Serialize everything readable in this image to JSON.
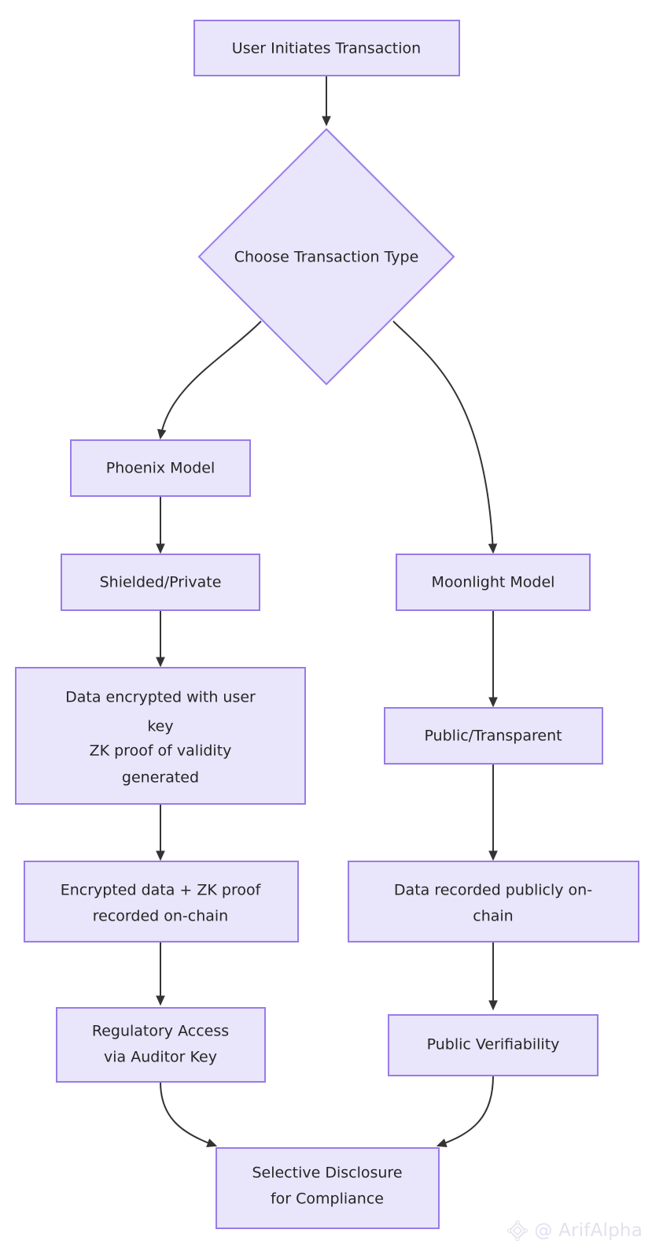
{
  "diagram": {
    "type": "flowchart",
    "direction": "top-down",
    "theme": {
      "node_fill": "#E9E5FA",
      "node_border": "#9A7BE8",
      "edge_color": "#333333",
      "text_color": "#262626",
      "background": "#FFFFFF"
    },
    "nodes": [
      {
        "id": "start",
        "shape": "rectangle",
        "lines": [
          "User Initiates Transaction"
        ],
        "label": "User Initiates Transaction"
      },
      {
        "id": "decision",
        "shape": "diamond",
        "lines": [
          "Choose Transaction Type"
        ],
        "label": "Choose Transaction Type"
      },
      {
        "id": "phoenix",
        "shape": "rectangle",
        "lines": [
          "Phoenix Model"
        ],
        "label": "Phoenix Model"
      },
      {
        "id": "moonlight",
        "shape": "rectangle",
        "lines": [
          "Moonlight Model"
        ],
        "label": "Moonlight Model"
      },
      {
        "id": "shielded",
        "shape": "rectangle",
        "lines": [
          "Shielded/Private"
        ],
        "label": "Shielded/Private"
      },
      {
        "id": "public",
        "shape": "rectangle",
        "lines": [
          "Public/Transparent"
        ],
        "label": "Public/Transparent"
      },
      {
        "id": "encrypt",
        "shape": "rectangle",
        "lines": [
          "Data encrypted with user",
          "key",
          "ZK proof of validity",
          "generated"
        ],
        "label": "Data encrypted with user key ZK proof of validity generated"
      },
      {
        "id": "publicrec",
        "shape": "rectangle",
        "lines": [
          "Data recorded publicly on-",
          "chain"
        ],
        "label": "Data recorded publicly on-chain"
      },
      {
        "id": "onchain",
        "shape": "rectangle",
        "lines": [
          "Encrypted data + ZK proof",
          "recorded on-chain"
        ],
        "label": "Encrypted data + ZK proof recorded on-chain"
      },
      {
        "id": "verifiability",
        "shape": "rectangle",
        "lines": [
          "Public Verifiability"
        ],
        "label": "Public Verifiability"
      },
      {
        "id": "regulatory",
        "shape": "rectangle",
        "lines": [
          "Regulatory Access",
          "via Auditor Key"
        ],
        "label": "Regulatory Access via Auditor Key"
      },
      {
        "id": "disclosure",
        "shape": "rectangle",
        "lines": [
          "Selective Disclosure",
          "for Compliance"
        ],
        "label": "Selective Disclosure for Compliance"
      }
    ],
    "edges": [
      {
        "from": "start",
        "to": "decision",
        "style": "straight"
      },
      {
        "from": "decision",
        "to": "phoenix",
        "style": "curved"
      },
      {
        "from": "decision",
        "to": "moonlight",
        "style": "curved"
      },
      {
        "from": "phoenix",
        "to": "shielded",
        "style": "straight"
      },
      {
        "from": "moonlight",
        "to": "public",
        "style": "straight"
      },
      {
        "from": "shielded",
        "to": "encrypt",
        "style": "straight"
      },
      {
        "from": "public",
        "to": "publicrec",
        "style": "straight"
      },
      {
        "from": "encrypt",
        "to": "onchain",
        "style": "straight"
      },
      {
        "from": "publicrec",
        "to": "verifiability",
        "style": "straight"
      },
      {
        "from": "onchain",
        "to": "regulatory",
        "style": "straight"
      },
      {
        "from": "verifiability",
        "to": "disclosure",
        "style": "curved"
      },
      {
        "from": "regulatory",
        "to": "disclosure",
        "style": "curved"
      }
    ]
  },
  "watermark": {
    "handle": "@ ArifAlpha",
    "logo_icon": "diamond-logo-icon"
  }
}
